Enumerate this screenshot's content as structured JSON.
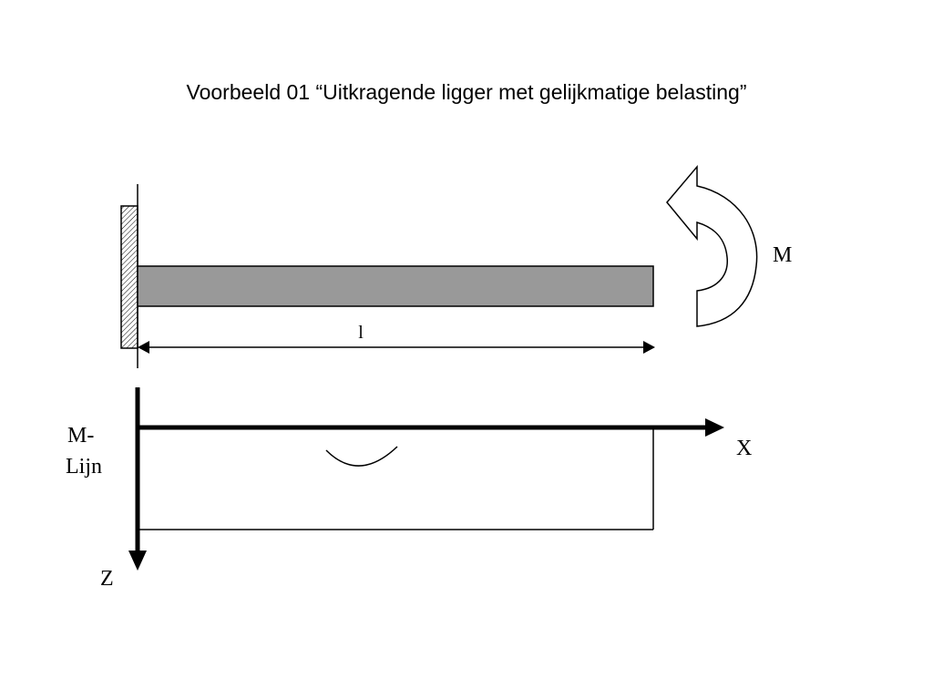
{
  "slide": {
    "title": "Voorbeeld 01 “Uitkragende ligger met gelijkmatige belasting”"
  },
  "beam_diagram": {
    "moment_label": "M",
    "length_label": "l",
    "colors": {
      "beam_fill": "#999999",
      "stroke": "#000000"
    }
  },
  "moment_line_diagram": {
    "label_line1": "M-",
    "label_line2": "Lijn",
    "x_axis_label": "X",
    "z_axis_label": "Z"
  }
}
